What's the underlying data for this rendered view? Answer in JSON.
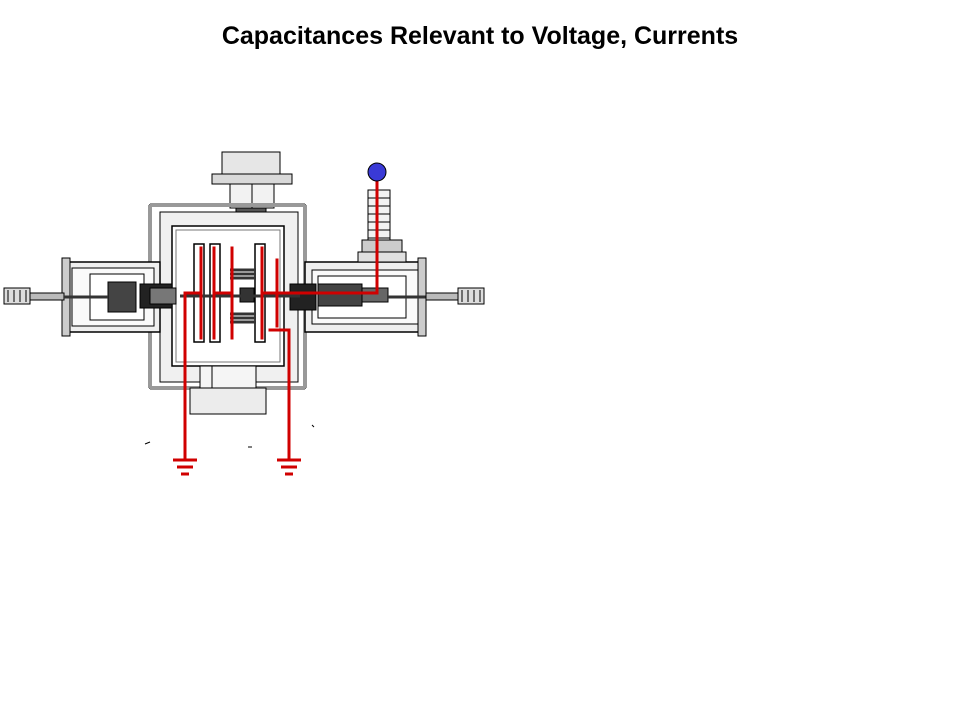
{
  "slide": {
    "title": "Capacitances Relevant to Voltage, Currents"
  },
  "diagram": {
    "colors": {
      "background": "#ffffff",
      "outline": "#000000",
      "mechanical_fill": "#d9d9d9",
      "dark_part": "#333333",
      "circuit": "#d00000",
      "terminal": "#3a3ad6"
    },
    "icons": [
      "high-voltage-terminal",
      "ground-symbol",
      "ground-symbol"
    ]
  }
}
